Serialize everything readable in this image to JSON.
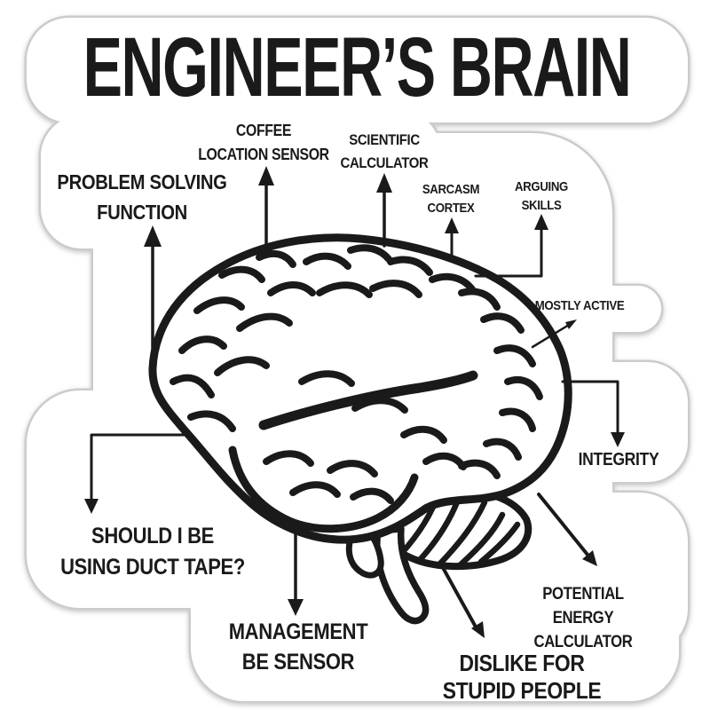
{
  "title": "ENGINEER’S BRAIN",
  "colors": {
    "ink": "#1a1a1a",
    "sticker-edge": "#cccccc",
    "bg": "#ffffff"
  },
  "labels": {
    "coffee": "COFFEE\nLOCATION SENSOR",
    "scientific": "SCIENTIFIC\nCALCULATOR",
    "problem": "PROBLEM SOLVING\nFUNCTION",
    "sarcasm": "SARCASM\nCORTEX",
    "arguing": "ARGUING\nSKILLS",
    "mostly": "MOSTLY ACTIVE",
    "integrity": "INTEGRITY",
    "ducttape": "SHOULD I BE\nUSING DUCT TAPE?",
    "management": "MANAGEMENT\nBE SENSOR",
    "dislike": "DISLIKE FOR STUPID PEOPLE",
    "potential": "POTENTIAL ENERGY\nCALCULATOR"
  }
}
